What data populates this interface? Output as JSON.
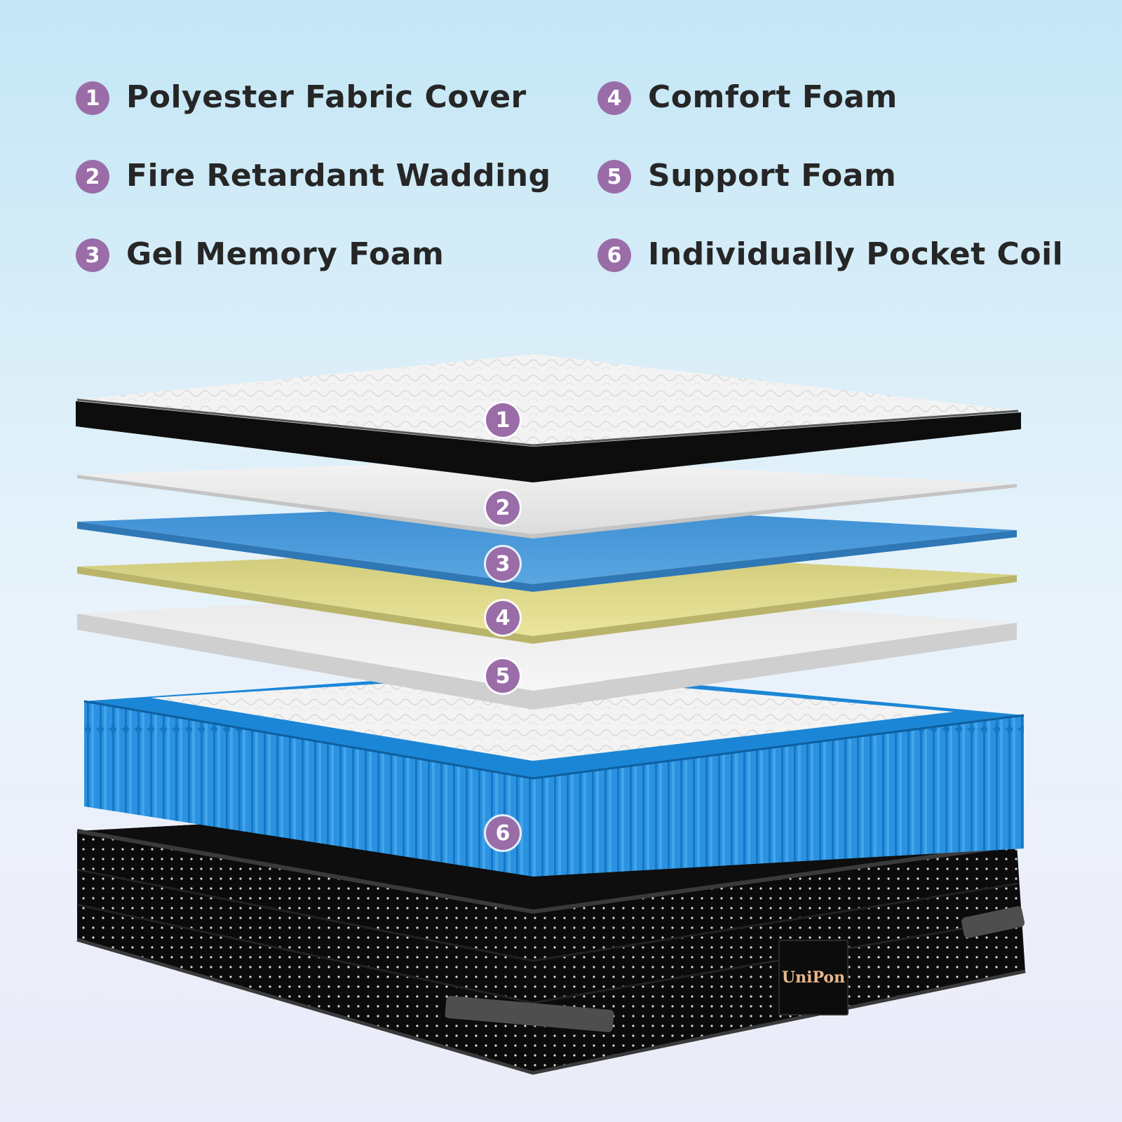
{
  "legend": {
    "items": [
      {
        "number": "1",
        "label": "Polyester Fabric Cover"
      },
      {
        "number": "2",
        "label": "Fire Retardant Wadding"
      },
      {
        "number": "3",
        "label": "Gel Memory Foam"
      },
      {
        "number": "4",
        "label": "Comfort Foam"
      },
      {
        "number": "5",
        "label": "Support Foam"
      },
      {
        "number": "6",
        "label": "Individually Pocket Coil"
      }
    ]
  },
  "layers": {
    "markers": [
      "1",
      "2",
      "3",
      "4",
      "5",
      "6"
    ]
  },
  "brand": {
    "logo_text": "UniPon"
  },
  "colors": {
    "badge": "#9a6da8",
    "gel_foam": "#4a96d6",
    "comfort_foam": "#e2dc8e",
    "coil": "#1f86d6",
    "base": "#0c0c0c"
  }
}
